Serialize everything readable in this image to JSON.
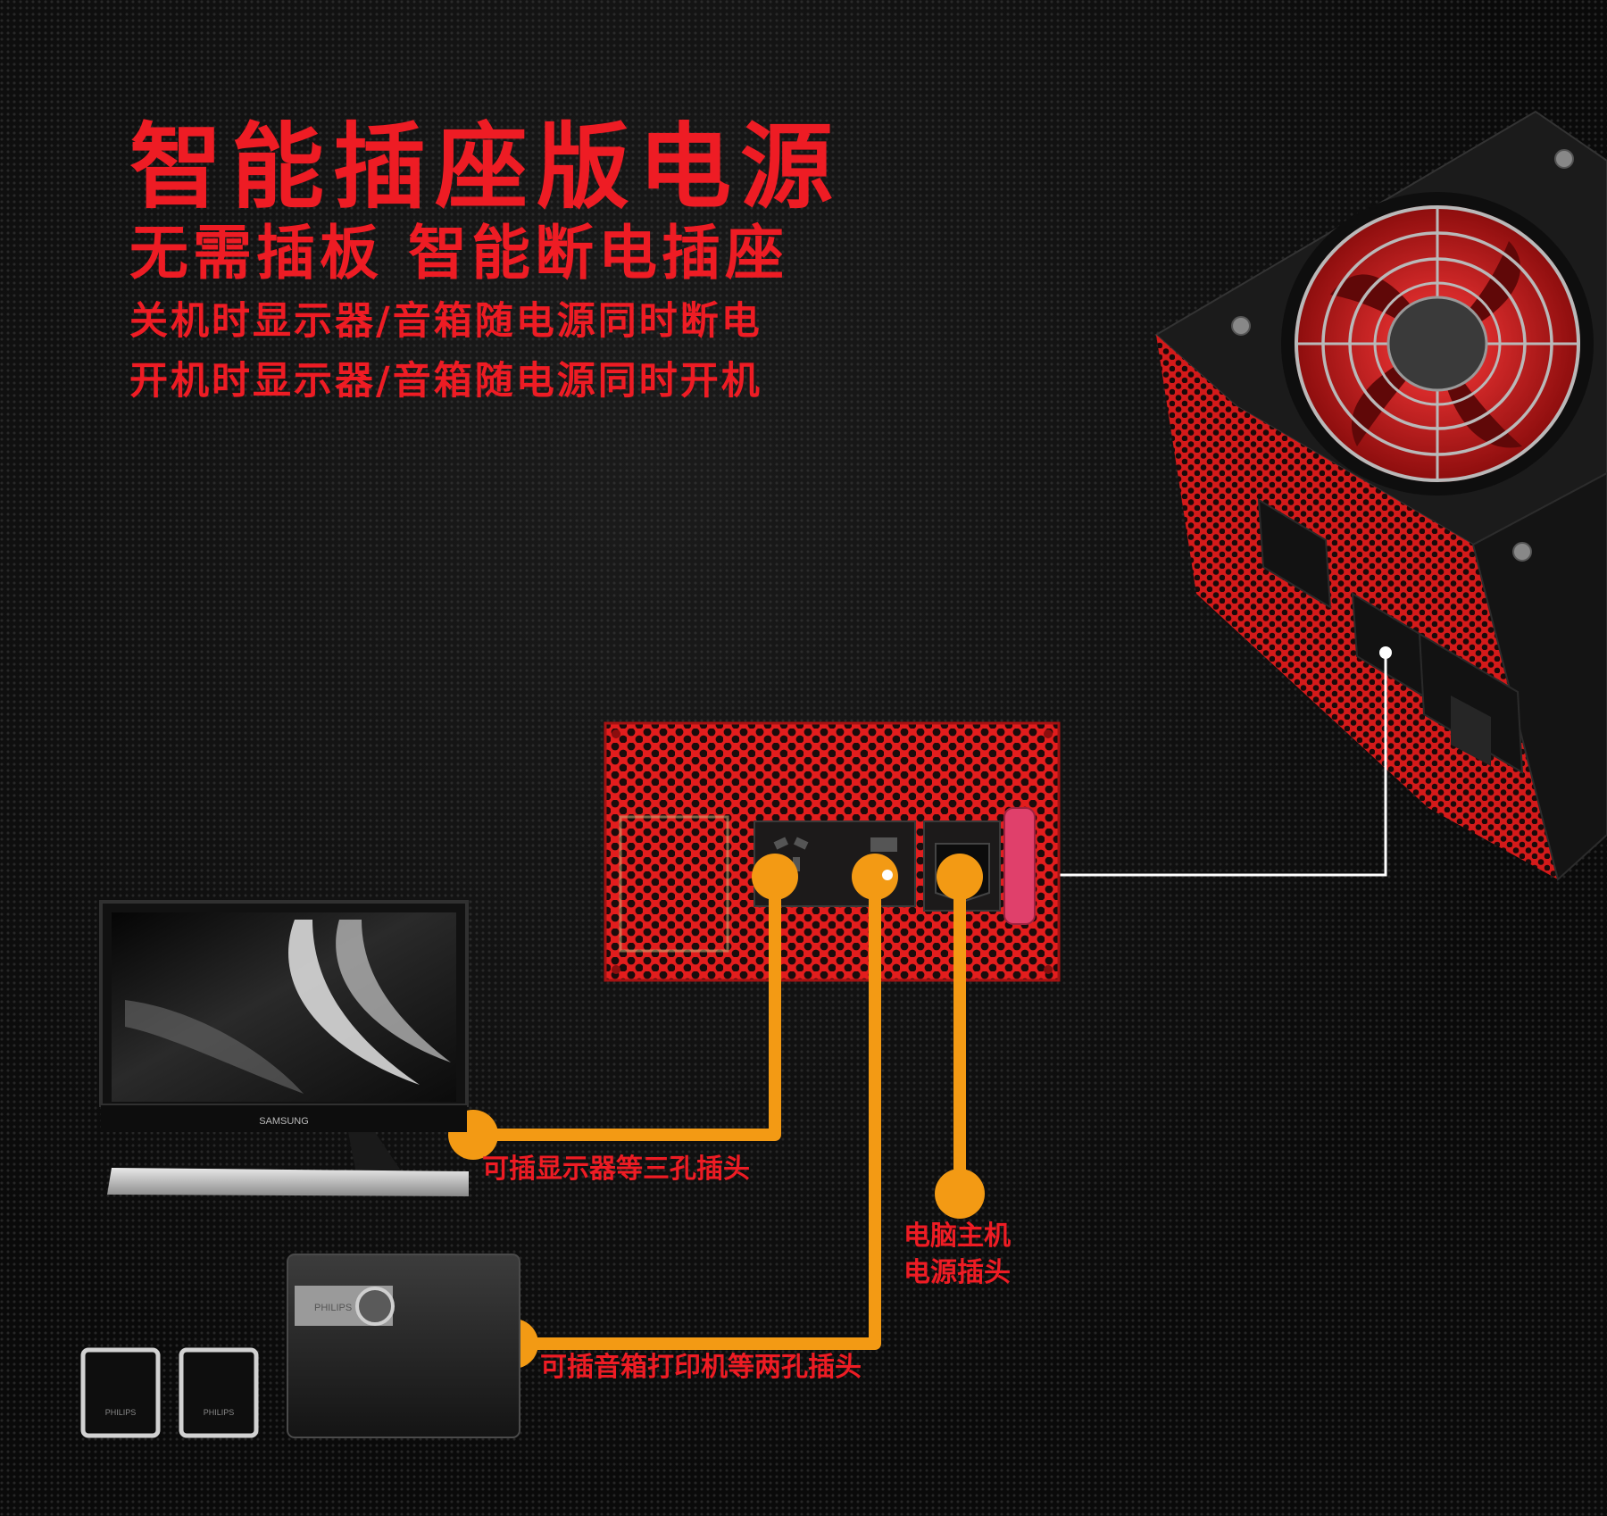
{
  "headline": {
    "title": "智能插座版电源",
    "subtitle": "无需插板 智能断电插座",
    "line1": "关机时显示器/音箱随电源同时断电",
    "line2": "开机时显示器/音箱随电源同时开机"
  },
  "callouts": {
    "monitor_plug": "可插显示器等三孔插头",
    "pc_power_line1": "电脑主机",
    "pc_power_line2": "电源插头",
    "speaker_plug": "可插音箱打印机等两孔插头"
  },
  "device_labels": {
    "monitor_brand": "SAMSUNG",
    "speaker_brand": "PHILIPS"
  },
  "colors": {
    "headline_red": "#ee1c24",
    "connector_orange": "#f39a14",
    "psu_red": "#e31d1d",
    "background": "#0b0b0b"
  },
  "icons": [
    "psu-unit-icon",
    "fan-grill-icon",
    "monitor-icon",
    "speaker-icon",
    "subwoofer-icon"
  ]
}
